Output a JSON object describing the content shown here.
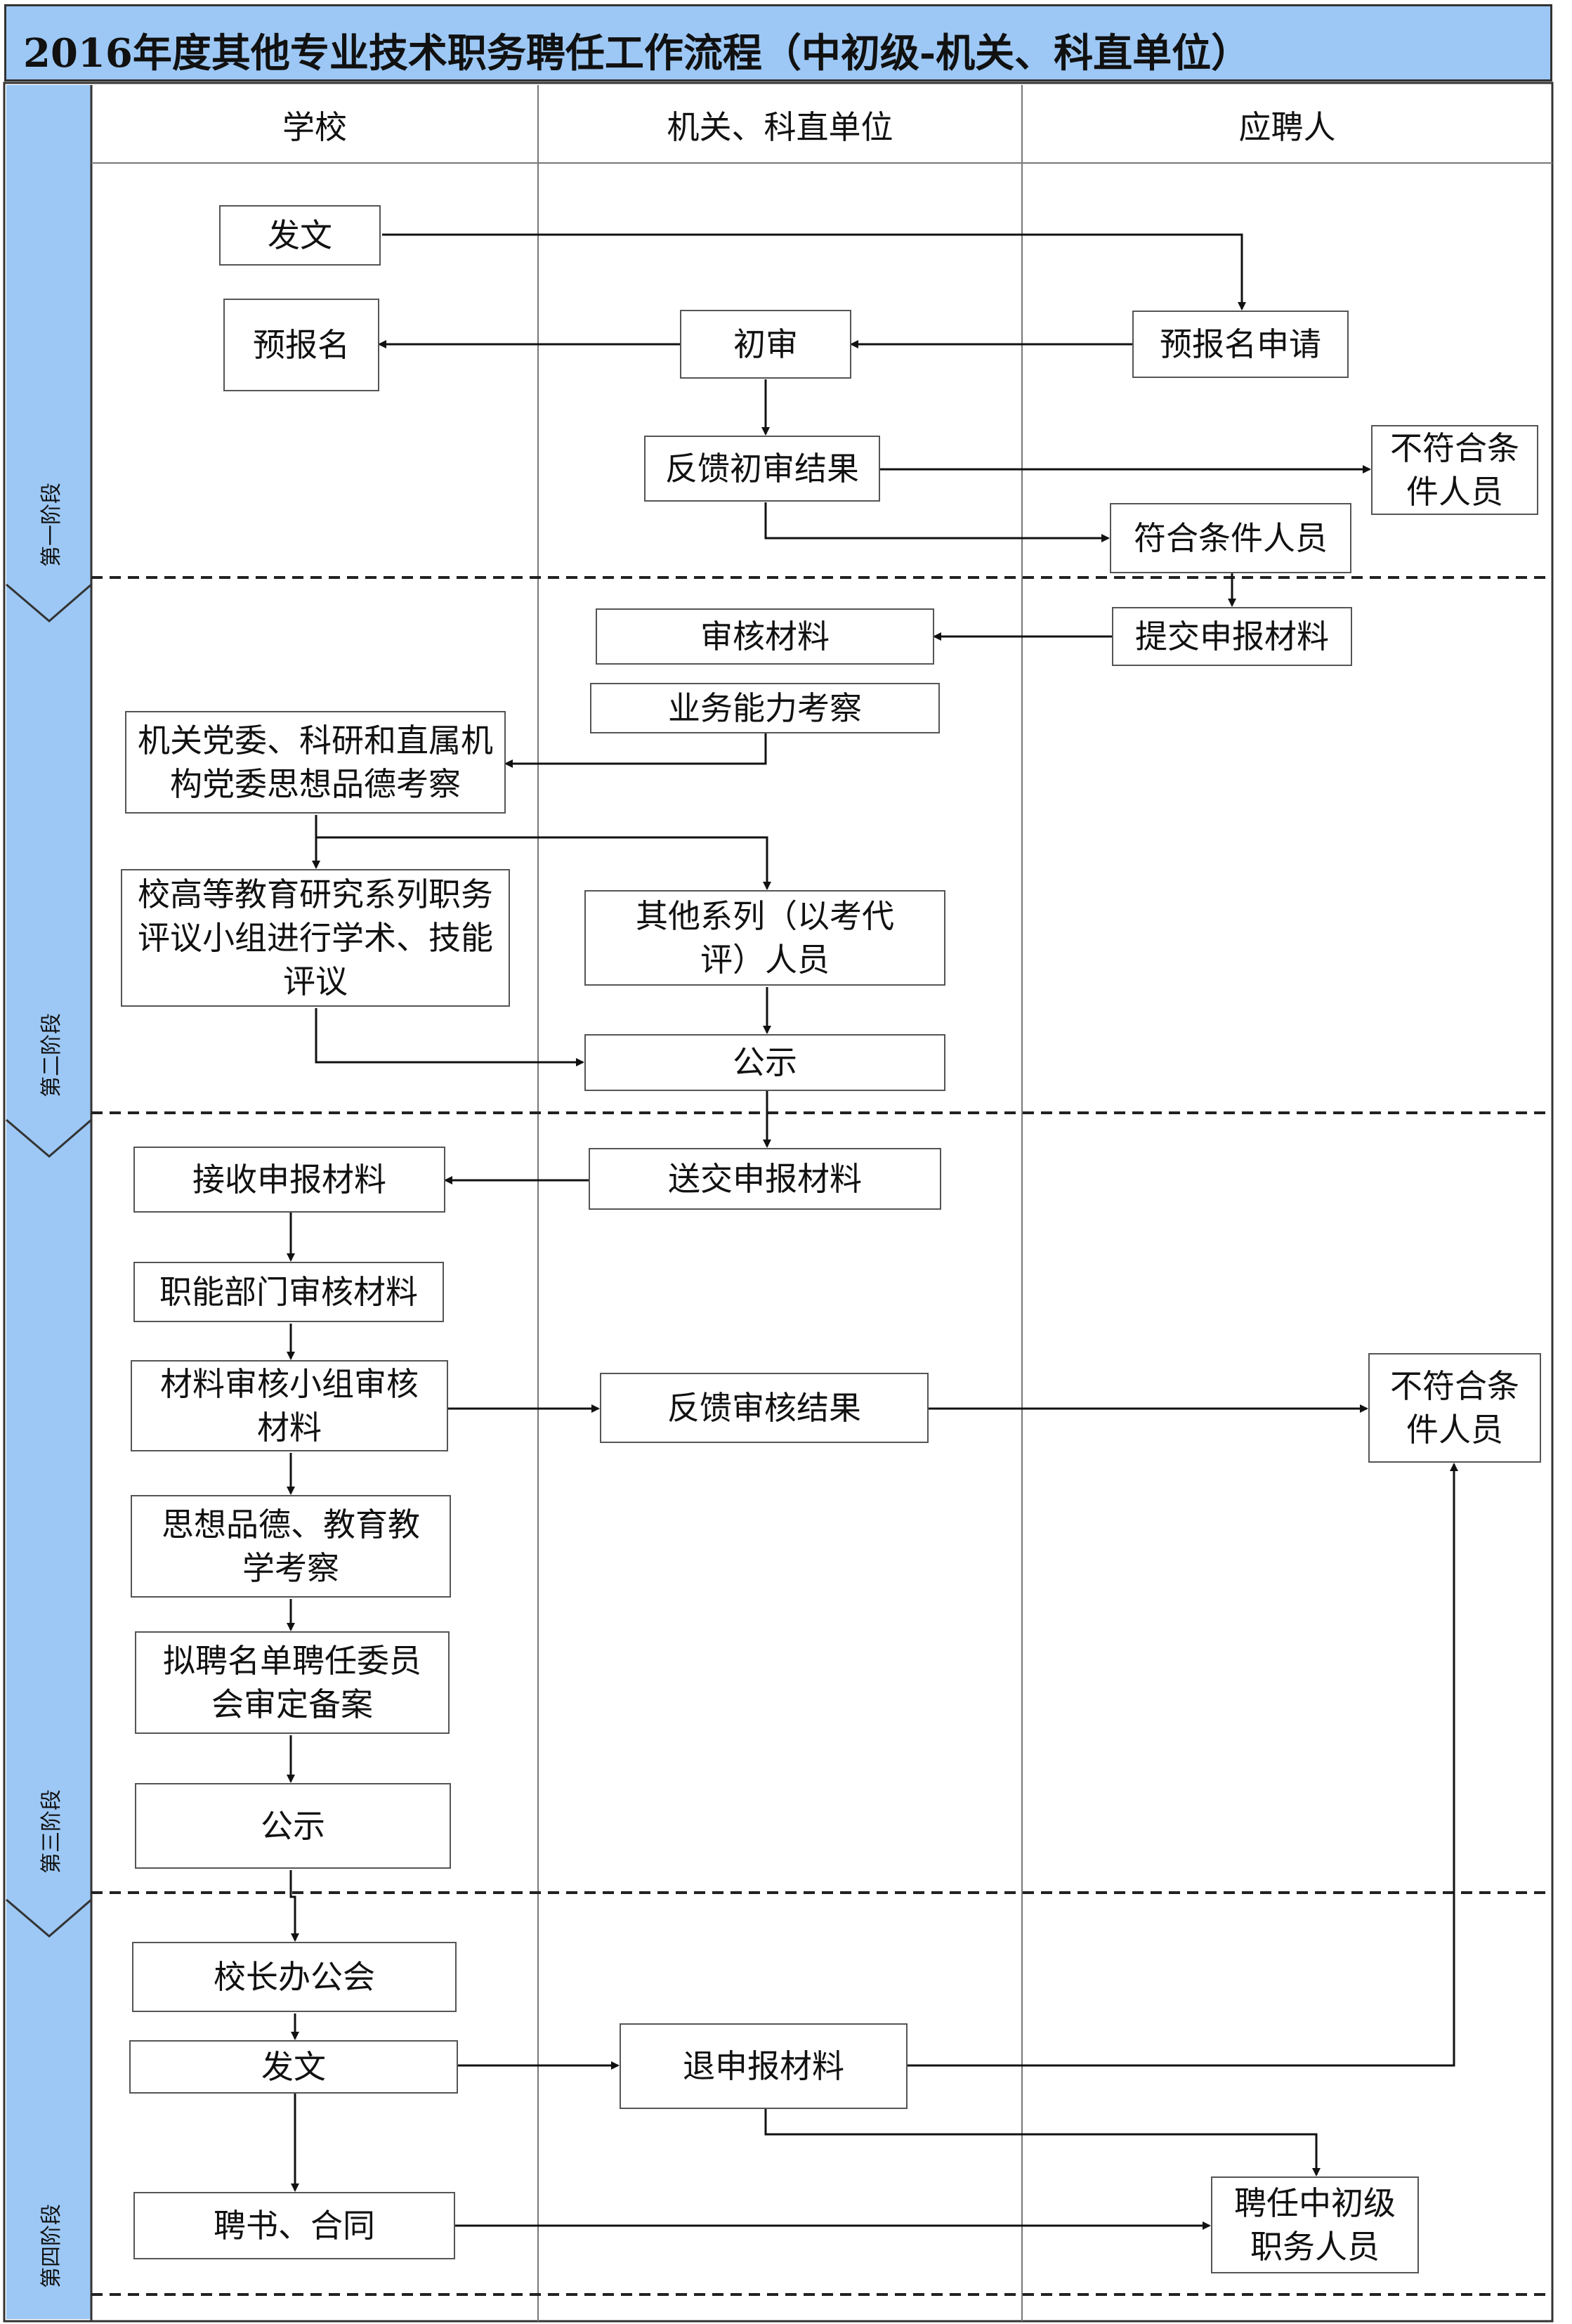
{
  "title": "2016年度其他专业技术职务聘任工作流程（中初级-机关、科直单位）",
  "lanes": [
    "学校",
    "机关、科直单位",
    "应聘人"
  ],
  "stages": [
    "第一阶段",
    "第二阶段",
    "第三阶段",
    "第四阶段"
  ],
  "nodes": {
    "fawen1": "发文",
    "baoming": "预报名",
    "chushen": "初审",
    "baoming_apply": "预报名申请",
    "feedback1": "反馈初审结果",
    "unqualified1": "不符合条件人员",
    "qualified": "符合条件人员",
    "review_materials": "审核材料",
    "submit_materials": "提交申报材料",
    "ability_check": "业务能力考察",
    "party_check": "机关党委、科研和直属机构党委思想品德考察",
    "academic_eval": "校高等教育研究系列职务评议小组进行学术、技能评议",
    "other_series": "其他系列（以考代评）人员",
    "publicity1": "公示",
    "send_materials": "送交申报材料",
    "receive_materials": "接收申报材料",
    "dept_review": "职能部门审核材料",
    "group_review": "材料审核小组审核材料",
    "feedback2": "反馈审核结果",
    "unqualified2": "不符合条件人员",
    "moral_check": "思想品德、教育教学考察",
    "committee": "拟聘名单聘任委员会审定备案",
    "publicity2": "公示",
    "president_meeting": "校长办公会",
    "fawen2": "发文",
    "return_materials": "退申报材料",
    "contract": "聘书、合同",
    "hired": "聘任中初级职务人员"
  }
}
